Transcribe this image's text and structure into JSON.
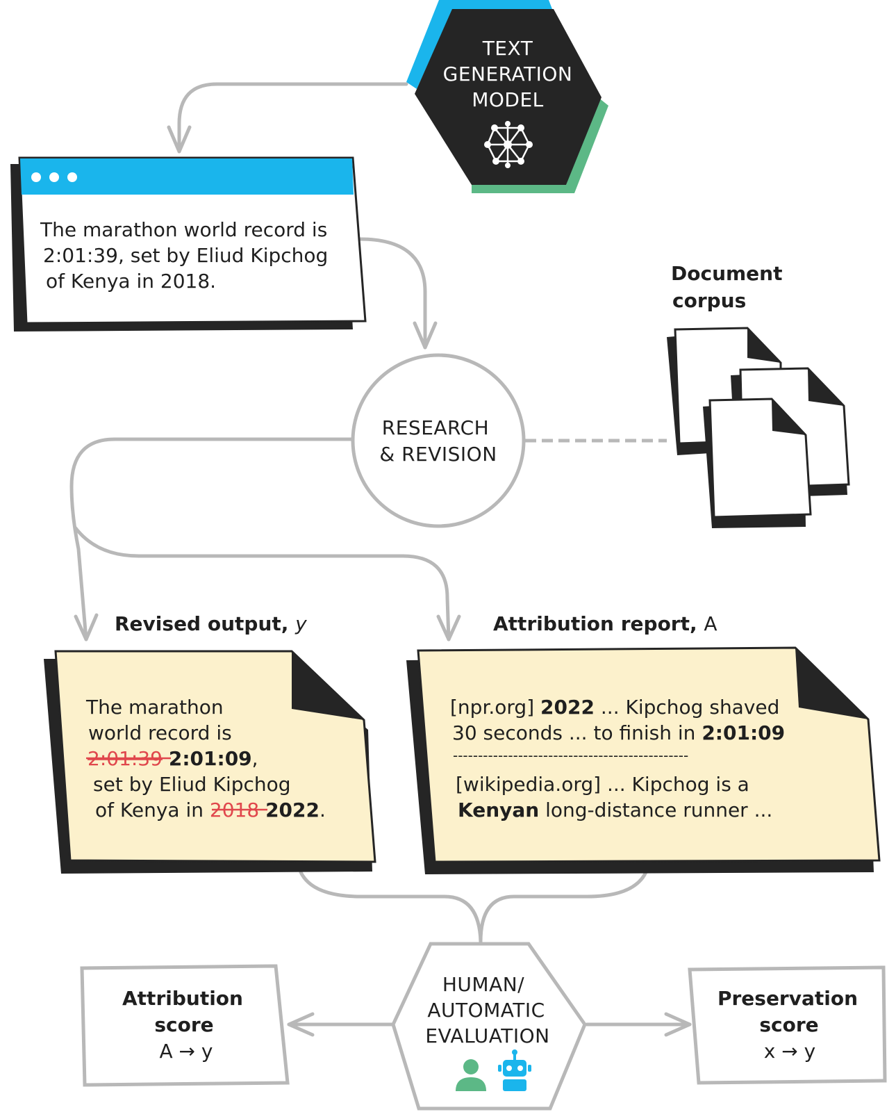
{
  "model": {
    "line1": "TEXT",
    "line2": "GENERATION",
    "line3": "MODEL",
    "icon": "neural-network-icon"
  },
  "initial_output": {
    "window_icon": "browser-dots-icon",
    "line1": "The marathon world record is",
    "line2": "2:01:39, set by Eliud Kipchog",
    "line3": "of Kenya in 2018."
  },
  "research": {
    "line1": "RESEARCH",
    "line2": "& REVISION"
  },
  "corpus": {
    "line1": "Document",
    "line2": "corpus",
    "icon": "documents-icon"
  },
  "revised": {
    "label": "Revised output,",
    "label_var": "y",
    "line1": "The marathon",
    "line2": "world record is",
    "old_time": "2:01:39",
    "new_time": "2:01:09",
    "comma": ",",
    "line4": "set by Eliud Kipchog",
    "line5_prefix": "of Kenya in",
    "old_year": "2018",
    "new_year": "2022",
    "period": "."
  },
  "report": {
    "label": "Attribution report,",
    "label_var": "A",
    "e1_src": "[npr.org]",
    "e1_bold": "2022",
    "e1_rest": "... Kipchog shaved",
    "e1_line2": "30 seconds ... to finish in",
    "e1_time": "2:01:09",
    "separator": "-----------------------------------------------",
    "e2_line1": "[wikipedia.org] ... Kipchog is a",
    "e2_bold": "Kenyan",
    "e2_rest": "long-distance runner ..."
  },
  "evaluation": {
    "line1": "HUMAN/",
    "line2": "AUTOMATIC",
    "line3": "EVALUATION",
    "icons": [
      "person-icon",
      "robot-icon"
    ]
  },
  "attribution_score": {
    "line1": "Attribution",
    "line2": "score",
    "formula": "A → y"
  },
  "preservation_score": {
    "line1": "Preservation",
    "line2": "score",
    "formula": "x → y"
  },
  "colors": {
    "blue": "#1ab5ec",
    "green": "#5cb886",
    "yellow": "#fcf1cc",
    "dark": "#252525",
    "gray": "#b8b8b8",
    "red": "#e0474c"
  }
}
